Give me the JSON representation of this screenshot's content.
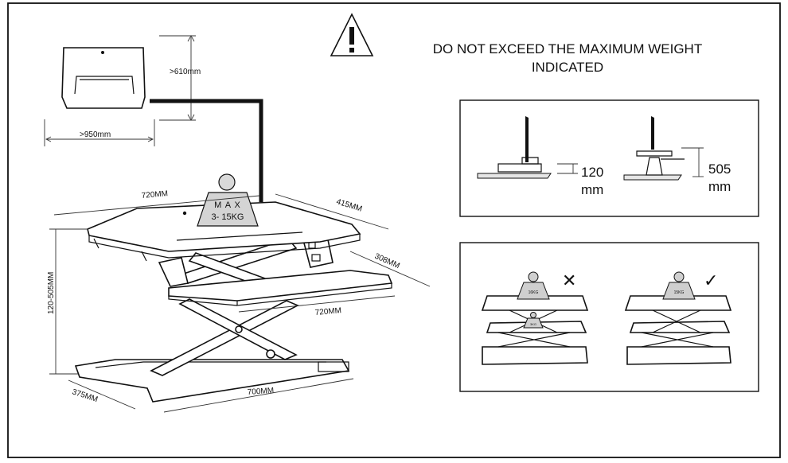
{
  "warning": {
    "line1": "DO NOT EXCEED THE MAXIMUM WEIGHT",
    "line2": "INDICATED",
    "icon": "warning-triangle-icon"
  },
  "clearance": {
    "height": ">610mm",
    "width": ">950mm"
  },
  "main_dimensions": {
    "top_width": "720MM",
    "top_depth": "415MM",
    "keyboard_depth": "308MM",
    "keyboard_width": "720MM",
    "height_range": "120-505MM",
    "base_depth": "375MM",
    "base_width": "700MM"
  },
  "max_badge": {
    "line1": "M A X",
    "line2": "3- 15KG"
  },
  "height_panel": {
    "low_value": "120",
    "low_unit": "mm",
    "high_value": "505",
    "high_unit": "mm"
  },
  "load_panel": {
    "wrong_top": "16KG",
    "wrong_bottom": "3KG",
    "right_top": "15KG",
    "wrong_mark": "✕",
    "right_mark": "✓"
  }
}
